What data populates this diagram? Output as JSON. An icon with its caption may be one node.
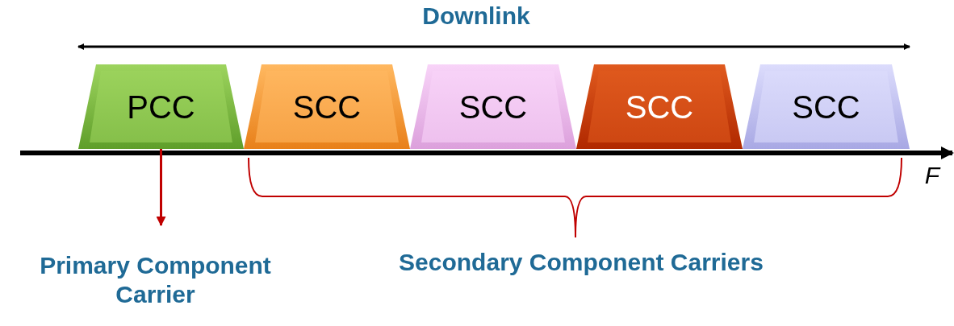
{
  "diagram": {
    "nodes": [
      {
        "text": [
          "PCC"
        ]
      },
      {
        "text": [
          "SCC"
        ]
      },
      {
        "text": [
          "SCC"
        ]
      },
      {
        "text": [
          "SCC"
        ]
      },
      {
        "text": [
          "SCC"
        ]
      },
      {
        "text": [
          "Primary Component Carrier"
        ]
      }
    ],
    "edges": [
      {
        "from": 0,
        "to": 5,
        "arrow": "to",
        "color": "#c00000"
      }
    ],
    "labels": [
      "Downlink",
      "F",
      "Secondary Component Carriers"
    ]
  }
}
